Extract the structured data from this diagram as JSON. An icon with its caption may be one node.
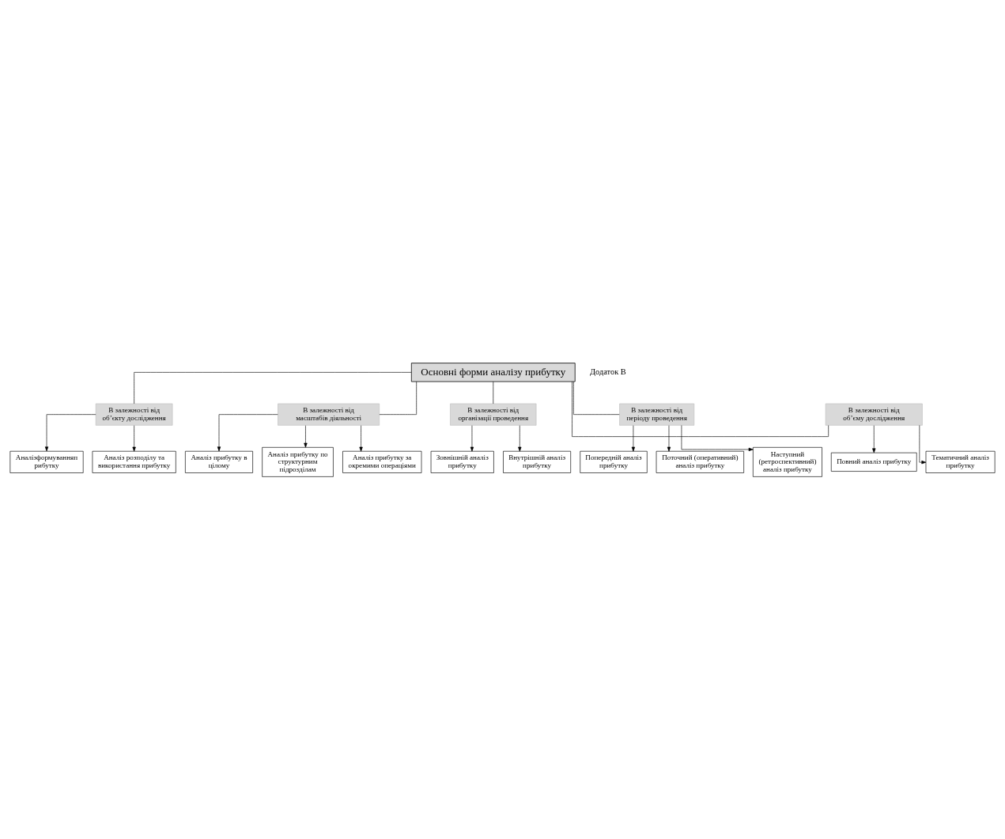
{
  "diagram": {
    "nodes": [
      {
        "text": [
          "Основні форми аналізу прибутку"
        ]
      },
      {
        "text": [
          "В залежності від об’єкту дослідження"
        ]
      },
      {
        "text": [
          "Аналізформуванняп рибутку"
        ]
      },
      {
        "text": [
          "Аналіз розподілу та використання прибутку"
        ]
      },
      {
        "text": [
          "В залежності від масштабів діяльності"
        ]
      },
      {
        "text": [
          "Аналіз прибутку в цілому"
        ]
      },
      {
        "text": [
          "Аналіз прибутку по структурним підрозділам"
        ]
      },
      {
        "text": [
          "Аналіз прибутку за окремими операціями"
        ]
      },
      {
        "text": [
          "Зовнішній аналіз прибутку"
        ]
      },
      {
        "text": [
          "Внутрішній аналіз прибутку"
        ]
      },
      {
        "text": [
          "В залежності від організації проведення"
        ]
      },
      {
        "text": [
          "Попередній аналіз прибутку"
        ]
      },
      {
        "text": [
          "Поточний (оперативний) аналіз прибутку"
        ]
      },
      {
        "text": [
          "Наступний (ретроспективний) аналіз прибутку"
        ]
      },
      {
        "text": [
          "В залежності від періоду проведення"
        ]
      },
      {
        "text": [
          "В залежності від об’єму дослідження"
        ]
      },
      {
        "text": [
          "Повний аналіз прибутку"
        ]
      },
      {
        "text": [
          "Тематичний аналіз прибутку"
        ]
      }
    ],
    "edges": [
      {
        "from": 0,
        "to": 1,
        "arrow": "none"
      },
      {
        "from": 0,
        "to": 4,
        "arrow": "none"
      },
      {
        "from": 0,
        "to": 10,
        "arrow": "none"
      },
      {
        "from": 0,
        "to": 14,
        "arrow": "none"
      },
      {
        "from": 0,
        "to": 15,
        "arrow": "none"
      },
      {
        "from": 1,
        "to": 2,
        "arrow": "to"
      },
      {
        "from": 1,
        "to": 3,
        "arrow": "to"
      },
      {
        "from": 4,
        "to": 5,
        "arrow": "to"
      },
      {
        "from": 4,
        "to": 6,
        "arrow": "to"
      },
      {
        "from": 4,
        "to": 7,
        "arrow": "to"
      },
      {
        "from": 10,
        "to": 8,
        "arrow": "to"
      },
      {
        "from": 10,
        "to": 9,
        "arrow": "to"
      },
      {
        "from": 14,
        "to": 11,
        "arrow": "to"
      },
      {
        "from": 14,
        "to": 12,
        "arrow": "to"
      },
      {
        "from": 14,
        "to": 13,
        "arrow": "to"
      },
      {
        "from": 15,
        "to": 16,
        "arrow": "to"
      },
      {
        "from": 15,
        "to": 17,
        "arrow": "to"
      }
    ],
    "labels": [
      "Додаток В"
    ]
  }
}
